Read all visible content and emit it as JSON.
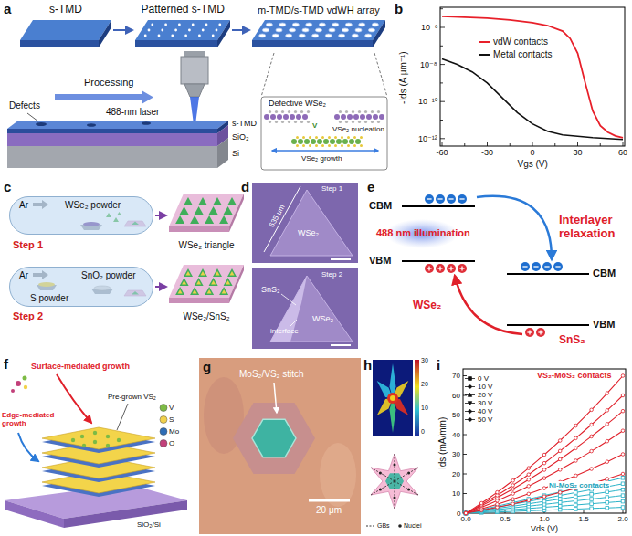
{
  "diagram": {
    "nodes": [
      {
        "text": [
          "s-TMD"
        ]
      },
      {
        "text": [
          "Patterned s-TMD"
        ]
      },
      {
        "text": [
          "m-TMD/s-TMD vdWH array"
        ]
      },
      {
        "text": [
          "Ar",
          "WSe₂ powder"
        ]
      },
      {
        "text": [
          "WSe₂ triangle"
        ]
      },
      {
        "text": [
          "Ar",
          "S powder",
          "SnO₂ powder"
        ]
      },
      {
        "text": [
          "WSe₂/SnS₂"
        ]
      }
    ],
    "edges": [
      {
        "from": 0,
        "to": 1,
        "arrow": "to"
      },
      {
        "from": 1,
        "to": 2,
        "arrow": "to"
      },
      {
        "from": 3,
        "to": 4,
        "arrow": "to"
      },
      {
        "from": 5,
        "to": 6,
        "arrow": "to"
      }
    ],
    "labels": [
      "a",
      "Processing",
      "488-nm laser",
      "Defects",
      "s-TMD",
      "SiO₂",
      "Si",
      "Defective WSe₂",
      "V",
      "VSe₂ nucleation",
      "VSe₂ growth",
      "b",
      "-Ids (A μm⁻¹)",
      "10⁻⁶",
      "10⁻⁸",
      "10⁻¹⁰",
      "10⁻¹²",
      "-60",
      "-30",
      "0",
      "30",
      "60",
      "Vgs (V)",
      "c",
      "Step 1",
      "Step 2",
      "d",
      "Step 1",
      "635 μm",
      "WSe₂",
      "Step 2",
      "SnS₂",
      "WSe₂",
      "interface",
      "e",
      "CBM",
      "VBM",
      "488 nm illumination",
      "Interlayer relaxation",
      "CBM",
      "VBM",
      "WSe₂",
      "SnS₂",
      "f",
      "Surface-mediated growth",
      "Edge-mediated growth",
      "Pre-grown VS₂",
      "SiO₂/Si",
      "g",
      "MoS₂/VS₂ stitch",
      "20 μm",
      "h",
      "30",
      "20",
      "10",
      "0",
      "i",
      "Ids (mA/mm)",
      "0",
      "10",
      "20",
      "30",
      "40",
      "50",
      "60",
      "70",
      "0.0",
      "0.5",
      "1.0",
      "1.5",
      "2.0",
      "Vds (V)",
      "VS₂-MoS₂ contacts",
      "Ni-MoS₂ contacts"
    ],
    "legend": [
      {
        "text": "vdW contacts"
      },
      {
        "text": "Metal contacts"
      },
      {
        "text": "V",
        "color": "#7dbb45"
      },
      {
        "text": "S",
        "color": "#f2d14b"
      },
      {
        "text": "Mo",
        "color": "#2f6db5"
      },
      {
        "text": "O",
        "color": "#c2407a"
      },
      {
        "text": "0 V"
      },
      {
        "text": "10 V"
      },
      {
        "text": "20 V"
      },
      {
        "text": "30 V"
      },
      {
        "text": "40 V"
      },
      {
        "text": "50 V"
      },
      {
        "text": "GBs"
      },
      {
        "text": "Nuclei"
      }
    ]
  }
}
